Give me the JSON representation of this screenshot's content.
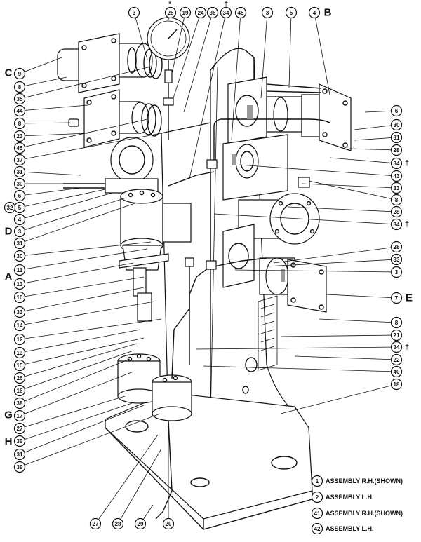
{
  "diagram": {
    "section_labels": [
      "A",
      "B",
      "C",
      "D",
      "E",
      "G",
      "H"
    ],
    "marks": {
      "star": "*",
      "dagger": "†"
    },
    "bubbles_top": [
      "3",
      "25",
      "19",
      "24",
      "36",
      "34",
      "45",
      "3",
      "5",
      "4"
    ],
    "bubbles_left": [
      "9",
      "8",
      "35",
      "44",
      "8",
      "23",
      "45",
      "37",
      "31",
      "30",
      "6",
      "5",
      "4",
      "3",
      "31",
      "30",
      "11",
      "13",
      "10",
      "33",
      "14",
      "12",
      "13",
      "15",
      "26",
      "16",
      "38",
      "17",
      "27",
      "39",
      "31",
      "39"
    ],
    "bubbles_right": [
      "6",
      "30",
      "31",
      "28",
      "34",
      "43",
      "33",
      "8",
      "28",
      "34",
      "28",
      "33",
      "3",
      "7",
      "8",
      "21",
      "34",
      "22",
      "40",
      "18"
    ],
    "bubbles_bottom": [
      "27",
      "28",
      "29",
      "20"
    ],
    "bubble_32": "32",
    "legend": [
      {
        "num": "1",
        "text": "ASSEMBLY R.H.(SHOWN)"
      },
      {
        "num": "2",
        "text": "ASSEMBLY L.H."
      },
      {
        "num": "41",
        "text": "ASSEMBLY R.H.(SHOWN)"
      },
      {
        "num": "42",
        "text": "ASSEMBLY L.H."
      }
    ]
  }
}
